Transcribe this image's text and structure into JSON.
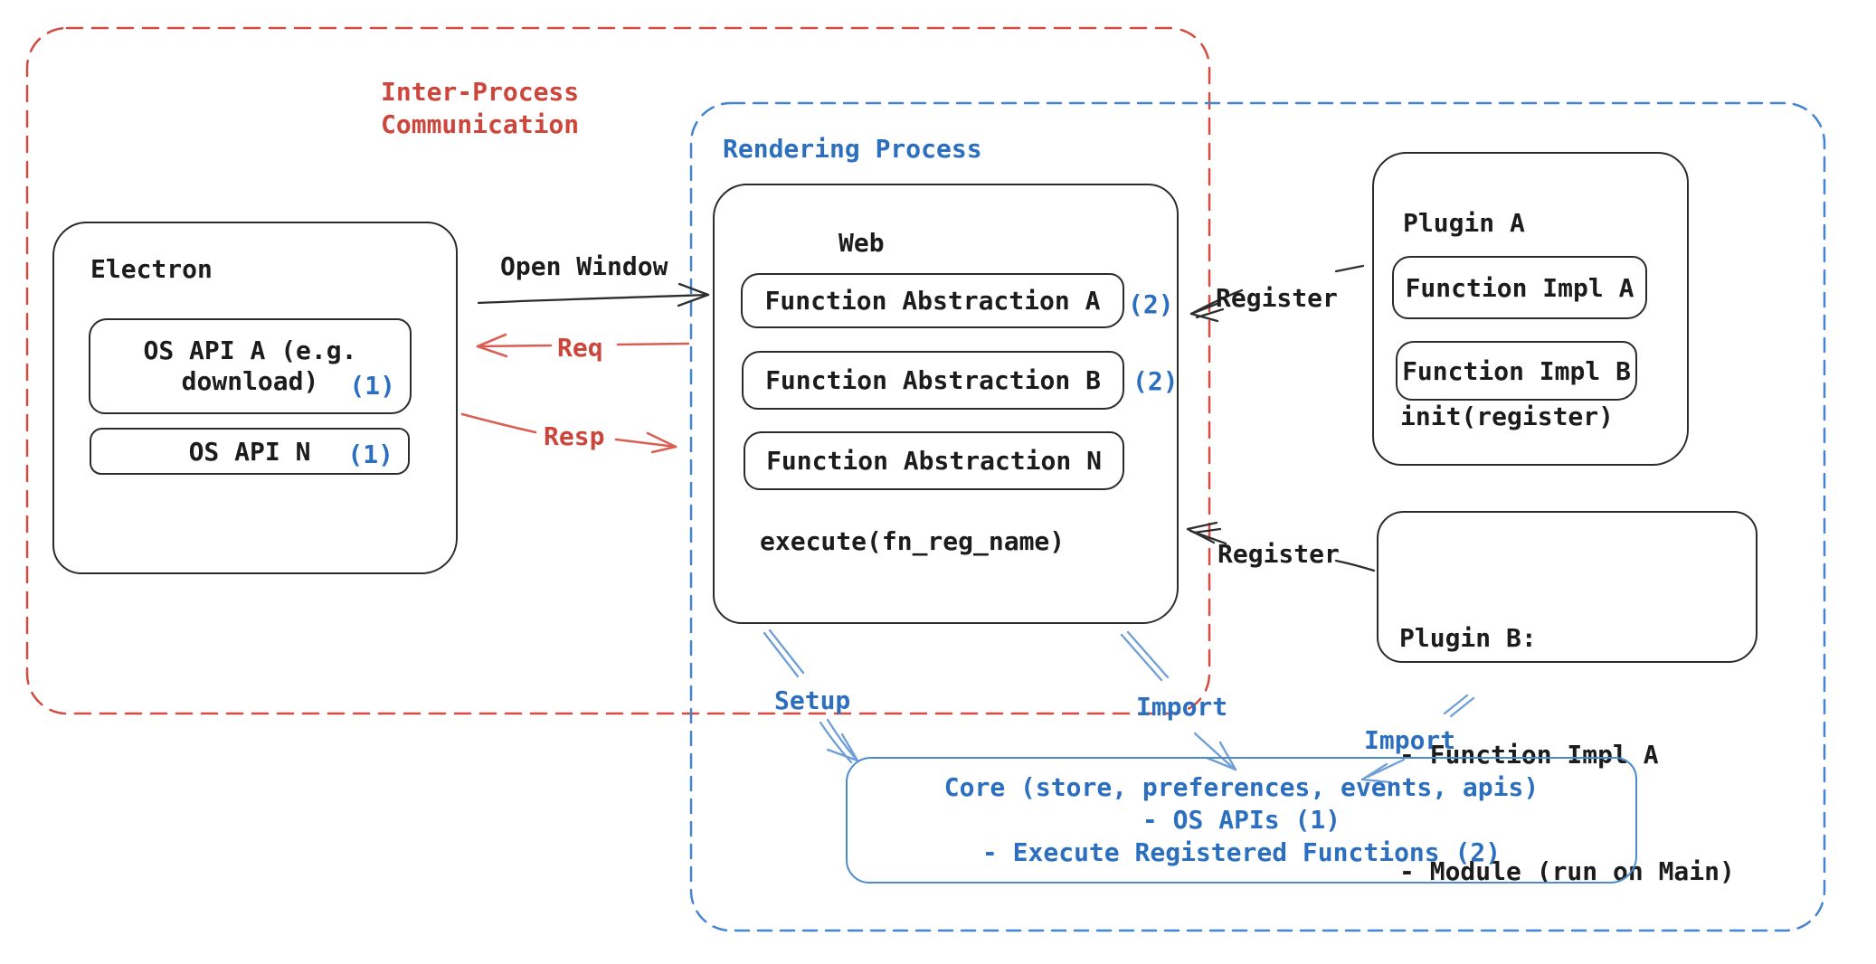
{
  "colors": {
    "red": "#cd463c",
    "blue": "#2b6fbe",
    "blue_border": "#4484d0",
    "ink": "#1c1c1c"
  },
  "ipc_region": {
    "label_line1": "Inter-Process",
    "label_line2": "Communication"
  },
  "rendering_region": {
    "label": "Rendering Process"
  },
  "electron": {
    "title": "Electron",
    "os_api_a": {
      "line1": "OS API A (e.g.",
      "line2": "download)",
      "ref": "(1)"
    },
    "os_api_n": {
      "label": "OS API N",
      "ref": "(1)"
    }
  },
  "ipc_arrows": {
    "open_window": "Open Window",
    "req": "Req",
    "resp": "Resp"
  },
  "web": {
    "title": "Web",
    "abstraction_a": {
      "label": "Function Abstraction A",
      "ref": "(2)"
    },
    "abstraction_b": {
      "label": "Function Abstraction B",
      "ref": "(2)"
    },
    "abstraction_n": {
      "label": "Function Abstraction N"
    },
    "execute": "execute(fn_reg_name)"
  },
  "register_arrows": {
    "top": "Register",
    "bottom": "Register"
  },
  "plugin_a": {
    "title": "Plugin A",
    "impl_a": "Function Impl A",
    "impl_b": "Function Impl B",
    "init": "init(register)"
  },
  "plugin_b": {
    "title": "Plugin B:",
    "item_1": "- Function Impl A",
    "item_2": "- Module (run on Main)"
  },
  "core_arrows": {
    "setup": "Setup",
    "import_web": "Import",
    "import_plugin": "Import"
  },
  "core": {
    "line1": "Core (store, preferences, events, apis)",
    "line2": "- OS APIs (1)",
    "line3": "- Execute Registered Functions (2)"
  }
}
